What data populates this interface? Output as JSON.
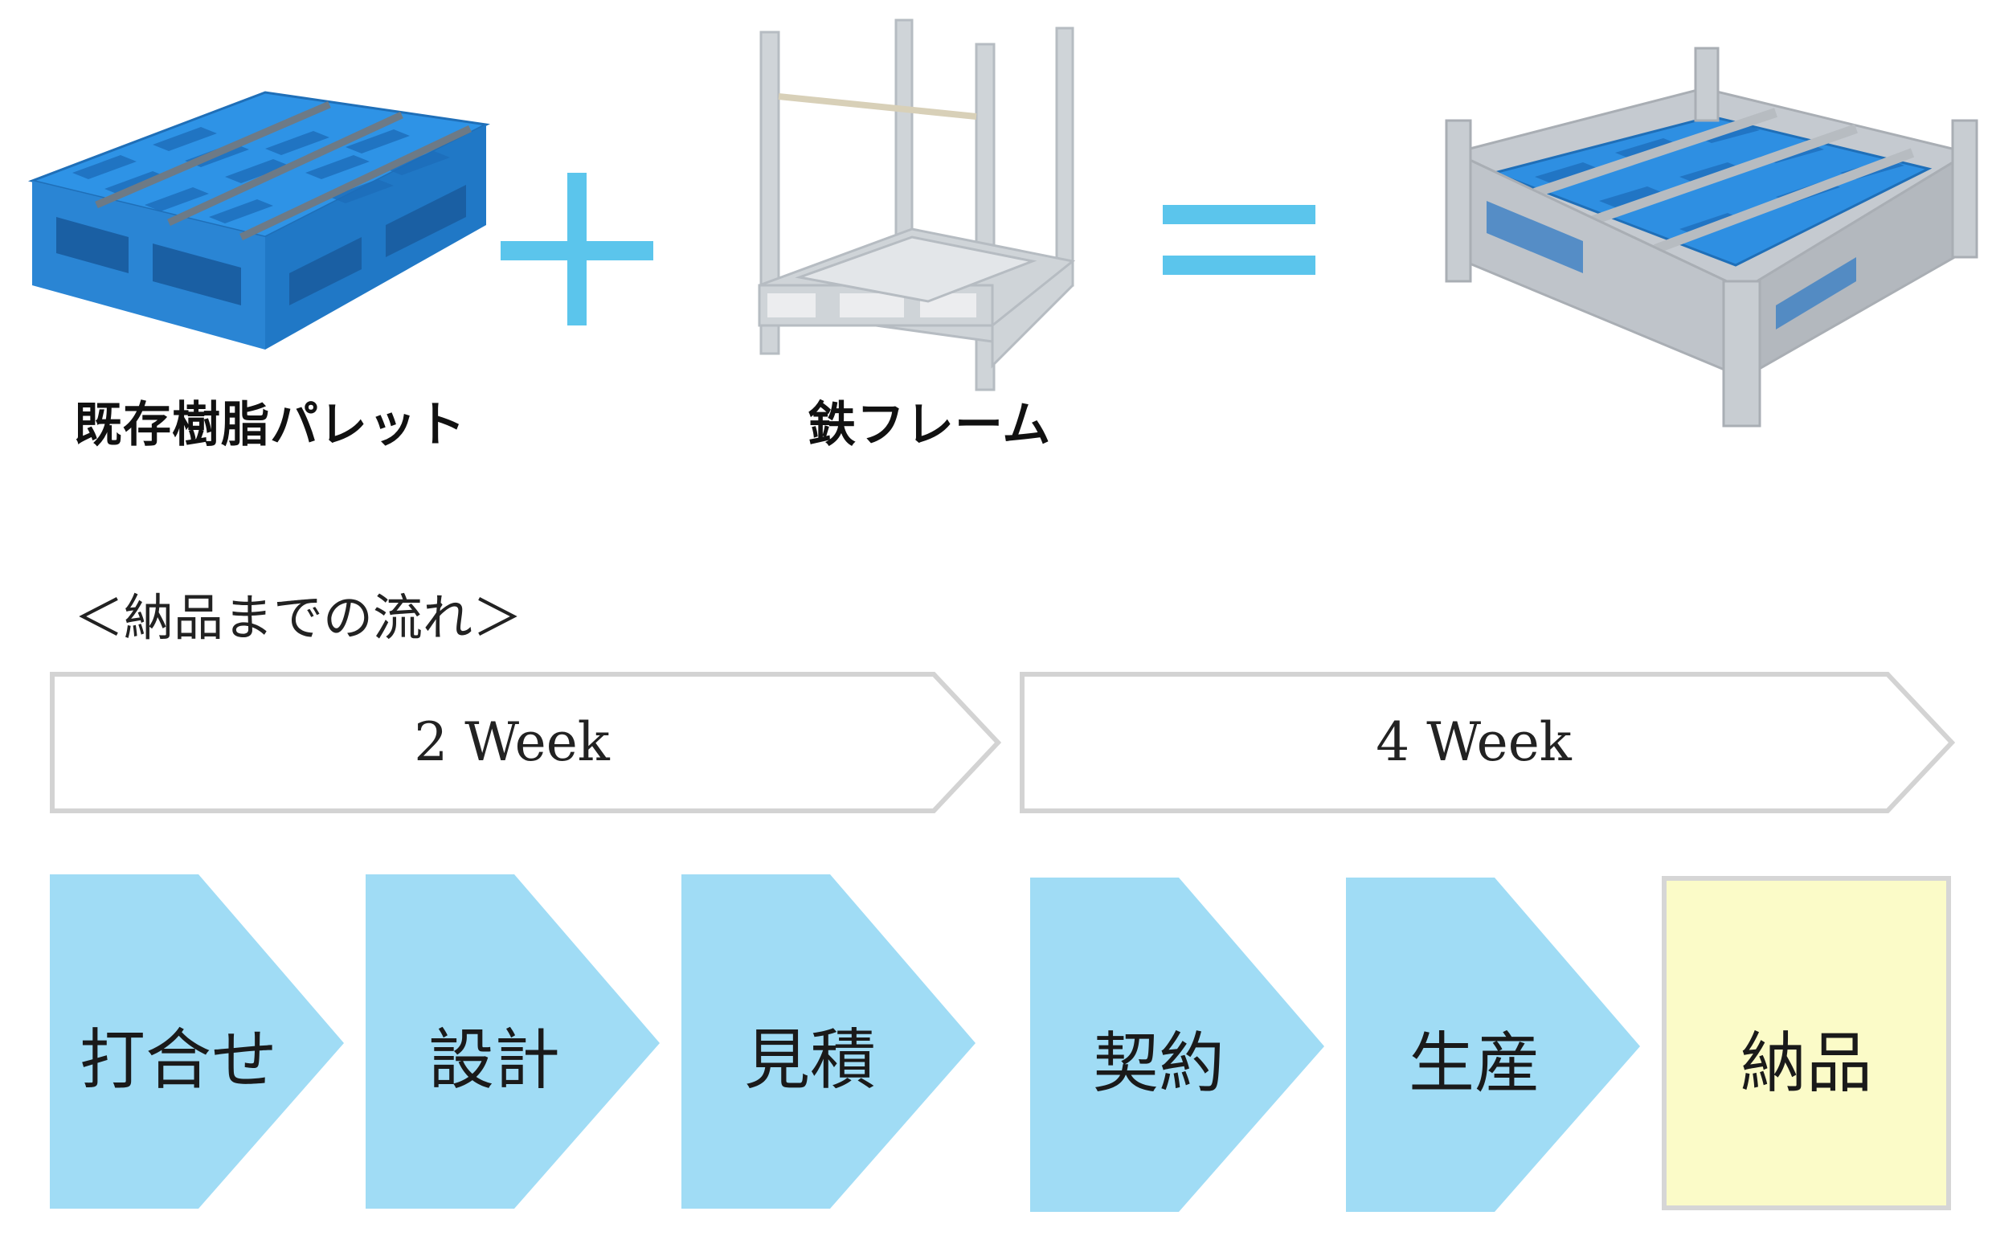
{
  "components": {
    "pallet": {
      "label": "既存樹脂パレット"
    },
    "frame": {
      "label": "鉄フレーム"
    },
    "plus_symbol": "+",
    "equals_symbol": "="
  },
  "flow": {
    "title": "＜納品までの流れ＞",
    "phases": [
      {
        "label": "2 Week"
      },
      {
        "label": "4 Week"
      }
    ],
    "steps": [
      {
        "label": "打合せ"
      },
      {
        "label": "設計"
      },
      {
        "label": "見積"
      },
      {
        "label": "契約"
      },
      {
        "label": "生産"
      },
      {
        "label": "納品"
      }
    ]
  },
  "colors": {
    "accent": "#5bc5ec",
    "step_fill": "#a0dcf5",
    "final_step_fill": "#fbfbc8",
    "phase_border": "#d0d0d0",
    "pallet_blue": "#2b8fe0",
    "frame_gray": "#c9ced3"
  }
}
